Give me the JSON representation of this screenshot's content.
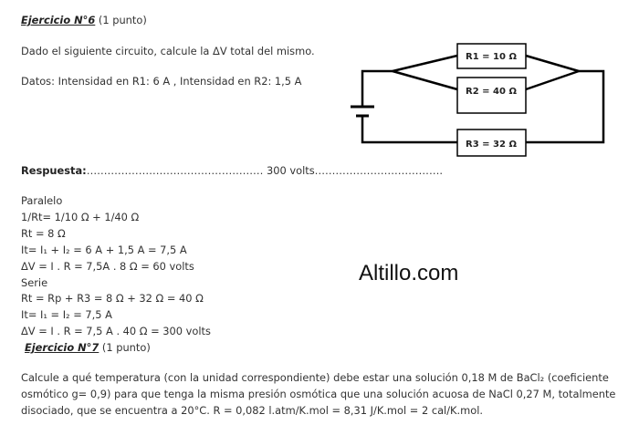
{
  "ex6": {
    "title": "Ejercicio N°6",
    "points": " (1 punto)",
    "statement": "Dado el siguiente circuito, calcule la ΔV total del mismo.",
    "datos": "Datos: Intensidad en R1: 6 A , Intensidad en R2: 1,5 A",
    "respuesta_label": "Respuesta:",
    "respuesta_dots1": "……………………………………………",
    "respuesta_value": " 300 volts",
    "respuesta_dots2": "……………………………….",
    "solution": [
      "Paralelo",
      "1/Rt= 1/10 Ω +  1/40 Ω",
      "Rt = 8  Ω",
      "It= I₁ + I₂ = 6 A + 1,5 A = 7,5 A",
      "ΔV = I . R = 7,5A .  8  Ω = 60 volts",
      "Serie",
      "Rt = Rp + R3 =  8  Ω +  32 Ω = 40  Ω",
      "It= I₁ = I₂ = 7,5 A",
      "ΔV = I . R = 7,5 A . 40 Ω = 300 volts"
    ]
  },
  "circuit": {
    "r1": "R1 = 10 Ω",
    "r2": "R2 = 40 Ω",
    "r3": "R3 = 32 Ω"
  },
  "watermark": "Altillo.com",
  "ex7": {
    "title": "Ejercicio N°7",
    "points": " (1 punto)",
    "statement": "Calcule a qué temperatura (con la unidad correspondiente) debe estar una solución 0,18 M de BaCl₂ (coeficiente osmótico g= 0,9) para que tenga la misma presión osmótica que una solución acuosa de NaCl 0,27 M, totalmente disociado, que se encuentra a 20°C. R = 0,082 l.atm/K.mol = 8,31 J/K.mol = 2 cal/K.mol."
  }
}
